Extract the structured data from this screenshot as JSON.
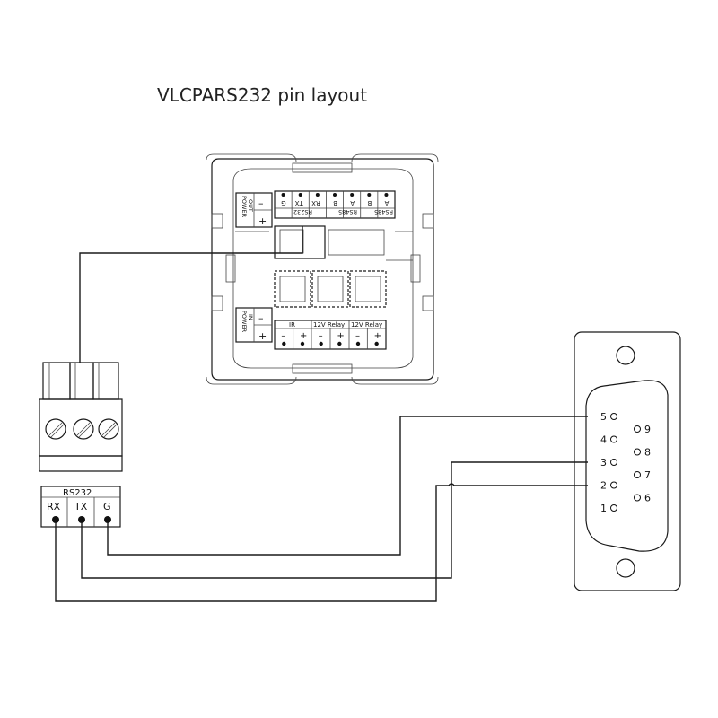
{
  "title": "VLCPARS232 pin layout",
  "panel": {
    "power_out": [
      "POWER",
      "OUT"
    ],
    "power_in": [
      "POWER",
      "IN"
    ],
    "top_pins": [
      "G",
      "TX",
      "RX",
      "B",
      "A",
      "B",
      "A"
    ],
    "top_groups": [
      "RS232",
      "RS485",
      "RS485"
    ],
    "bottom_groups": [
      "IR",
      "12V Relay",
      "12V Relay"
    ],
    "plus": "+",
    "minus": "–"
  },
  "terminal": {
    "title": "RS232",
    "pins": [
      "RX",
      "TX",
      "G"
    ]
  },
  "db9": {
    "pins": [
      "5",
      "4",
      "3",
      "2",
      "1",
      "9",
      "8",
      "7",
      "6"
    ]
  }
}
